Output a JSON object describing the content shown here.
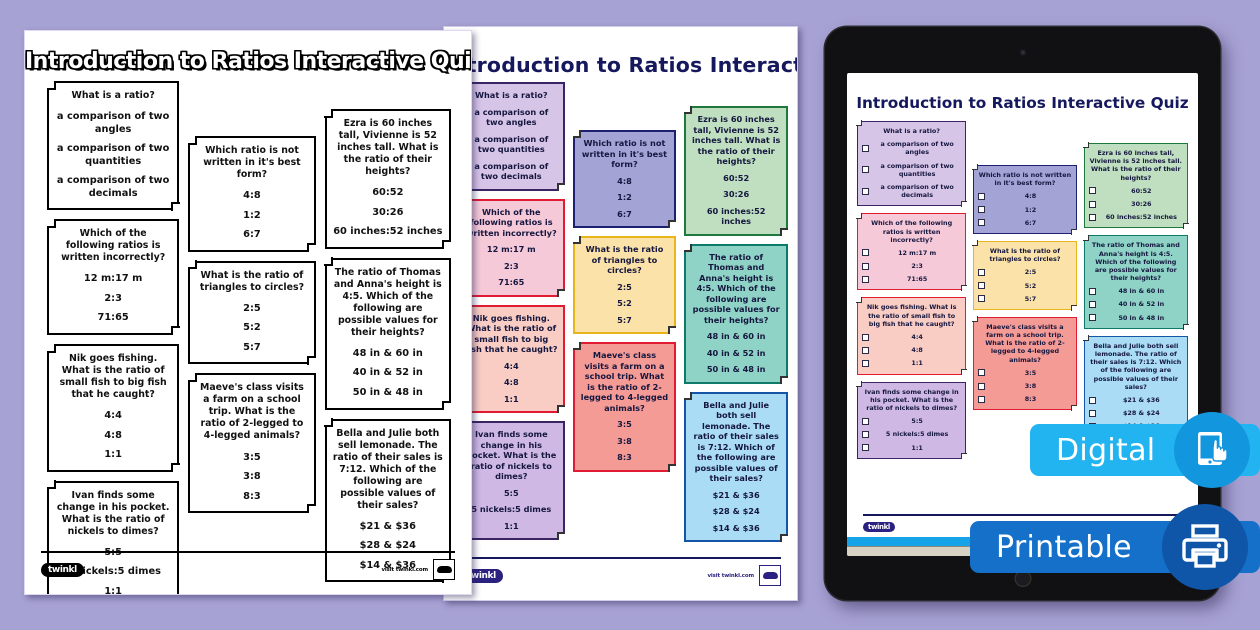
{
  "background_color": "#a7a2d4",
  "resource": {
    "title": "Introduction to Ratios Interactive Quiz",
    "footer": {
      "brand": "twinkl",
      "visit": "visit twinkl.com"
    }
  },
  "questions": [
    {
      "id": "q1",
      "question": "What is a ratio?",
      "options": [
        "a comparison of two angles",
        "a comparison of two quantities",
        "a comparison of two decimals"
      ],
      "color": "#d7c5e8",
      "border": "#3a2464"
    },
    {
      "id": "q2",
      "question": "Which of the following ratios is written incorrectly?",
      "options": [
        "12 m:17 m",
        "2:3",
        "71:65"
      ],
      "color": "#f6c9d8",
      "border": "#e01b32"
    },
    {
      "id": "q3",
      "question": "Nik goes fishing. What is the ratio of small fish to big fish that he caught?",
      "options": [
        "4:4",
        "4:8",
        "1:1"
      ],
      "color": "#f9cdc4",
      "border": "#e01b32"
    },
    {
      "id": "q4",
      "question": "Ivan finds some change in his pocket. What is the ratio of nickels to dimes?",
      "options": [
        "5:5",
        "5 nickels:5 dimes",
        "1:1"
      ],
      "color": "#cfb9e4",
      "border": "#3a2464"
    },
    {
      "id": "q5",
      "question": "Which ratio is not written in it's best form?",
      "options": [
        "4:8",
        "1:2",
        "6:7"
      ],
      "color": "#a3a3d6",
      "border": "#1d2070"
    },
    {
      "id": "q6",
      "question": "What is the ratio of triangles to circles?",
      "options": [
        "2:5",
        "5:2",
        "5:7"
      ],
      "color": "#fbe2a8",
      "border": "#e8b51c"
    },
    {
      "id": "q7",
      "question": "Maeve's class visits a farm on a school trip. What is the ratio of 2-legged to 4-legged animals?",
      "options": [
        "3:5",
        "3:8",
        "8:3"
      ],
      "color": "#f59b96",
      "border": "#e01b32"
    },
    {
      "id": "q8",
      "question": "Ezra is 60 inches tall, Vivienne is 52 inches tall. What is the ratio of their heights?",
      "options": [
        "60:52",
        "30:26",
        "60 inches:52 inches"
      ],
      "color": "#bfdfc0",
      "border": "#1e7a3c"
    },
    {
      "id": "q9",
      "question": "The ratio of Thomas and Anna's height is 4:5. Which of the following are possible values for their heights?",
      "options": [
        "48 in & 60 in",
        "40 in & 52 in",
        "50 in & 48 in"
      ],
      "color": "#8fd3c6",
      "border": "#0e7a6a"
    },
    {
      "id": "q10",
      "question": "Bella and Julie both sell lemonade. The ratio of their sales is 7:12. Which of the following are possible values of their sales?",
      "options": [
        "$21 & $36",
        "$28 & $24",
        "$14 & $36"
      ],
      "color": "#aadcf5",
      "border": "#1455a8"
    }
  ],
  "layout": {
    "bw_columns": [
      [
        "q1",
        "q2",
        "q3",
        "q4"
      ],
      [
        "q5",
        "q6",
        "q7"
      ],
      [
        "q8",
        "q9",
        "q10"
      ]
    ],
    "color_columns": [
      [
        "q1",
        "q2",
        "q3",
        "q4"
      ],
      [
        "q5",
        "q6",
        "q7"
      ],
      [
        "q8",
        "q9",
        "q10"
      ]
    ],
    "tablet_columns": [
      [
        "q1",
        "q2",
        "q3",
        "q4"
      ],
      [
        "q5",
        "q6",
        "q7"
      ],
      [
        "q8",
        "q9",
        "q10"
      ]
    ]
  },
  "badges": [
    {
      "label": "Digital",
      "icon": "tablet-hand-icon",
      "bar_color": "#22b4f0",
      "puck_color": "#1296dd"
    },
    {
      "label": "Printable",
      "icon": "printer-icon",
      "bar_color": "#1470c8",
      "puck_color": "#0f55a8"
    }
  ]
}
